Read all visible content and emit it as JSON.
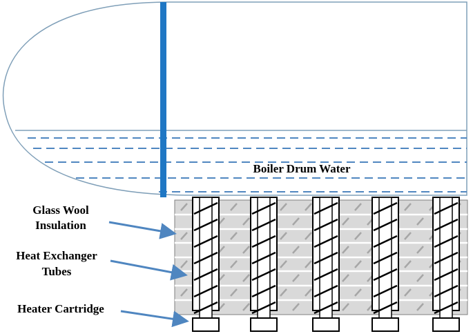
{
  "labels": {
    "drum_water": "Boiler Drum Water",
    "insulation_line1": "Glass Wool",
    "insulation_line2": "Insulation",
    "tubes_line1": "Heat Exchanger",
    "tubes_line2": "Tubes",
    "heater": "Heater Cartridge"
  },
  "colors": {
    "outline": "#7f9fb8",
    "separator": "#1f77c4",
    "water_dash": "#4f86c0",
    "insulation_fill": "#d9d9d9",
    "hatch": "#a6a6a6",
    "arrow": "#4f86c0",
    "coil": "#000000"
  },
  "tube_count": 5
}
